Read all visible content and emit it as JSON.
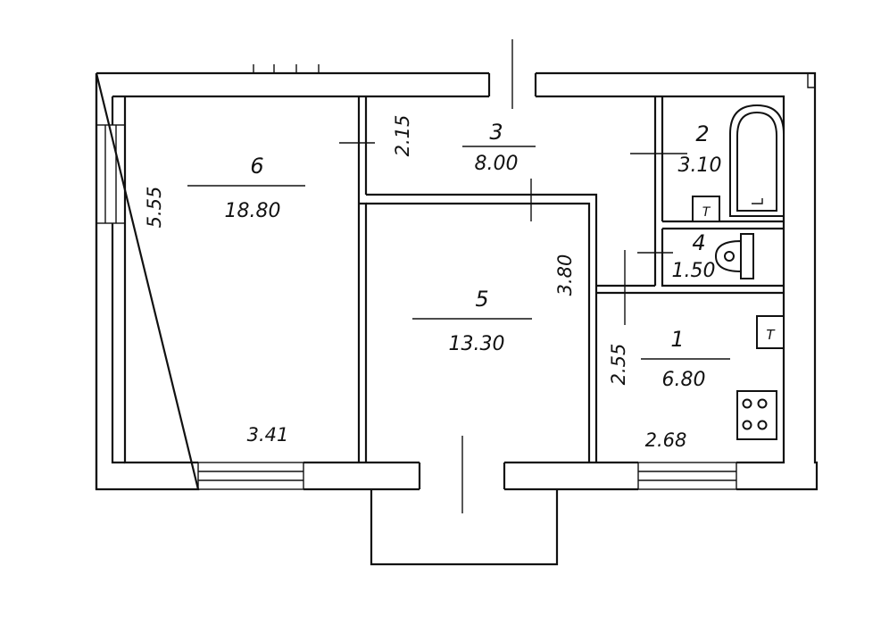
{
  "plan": {
    "rooms": [
      {
        "number": "6",
        "area": "18.80"
      },
      {
        "number": "3",
        "area": "8.00"
      },
      {
        "number": "2",
        "area": "3.10"
      },
      {
        "number": "4",
        "area": "1.50"
      },
      {
        "number": "5",
        "area": "13.30"
      },
      {
        "number": "1",
        "area": "6.80"
      }
    ],
    "dimensions": {
      "room6_height": "5.55",
      "room6_width": "3.41",
      "corridor_height": "2.15",
      "room5_height": "3.80",
      "kitchen_height": "2.55",
      "kitchen_width": "2.68"
    },
    "fixtures": {
      "bathroom_sink": "T",
      "kitchen_sink": "T"
    }
  }
}
